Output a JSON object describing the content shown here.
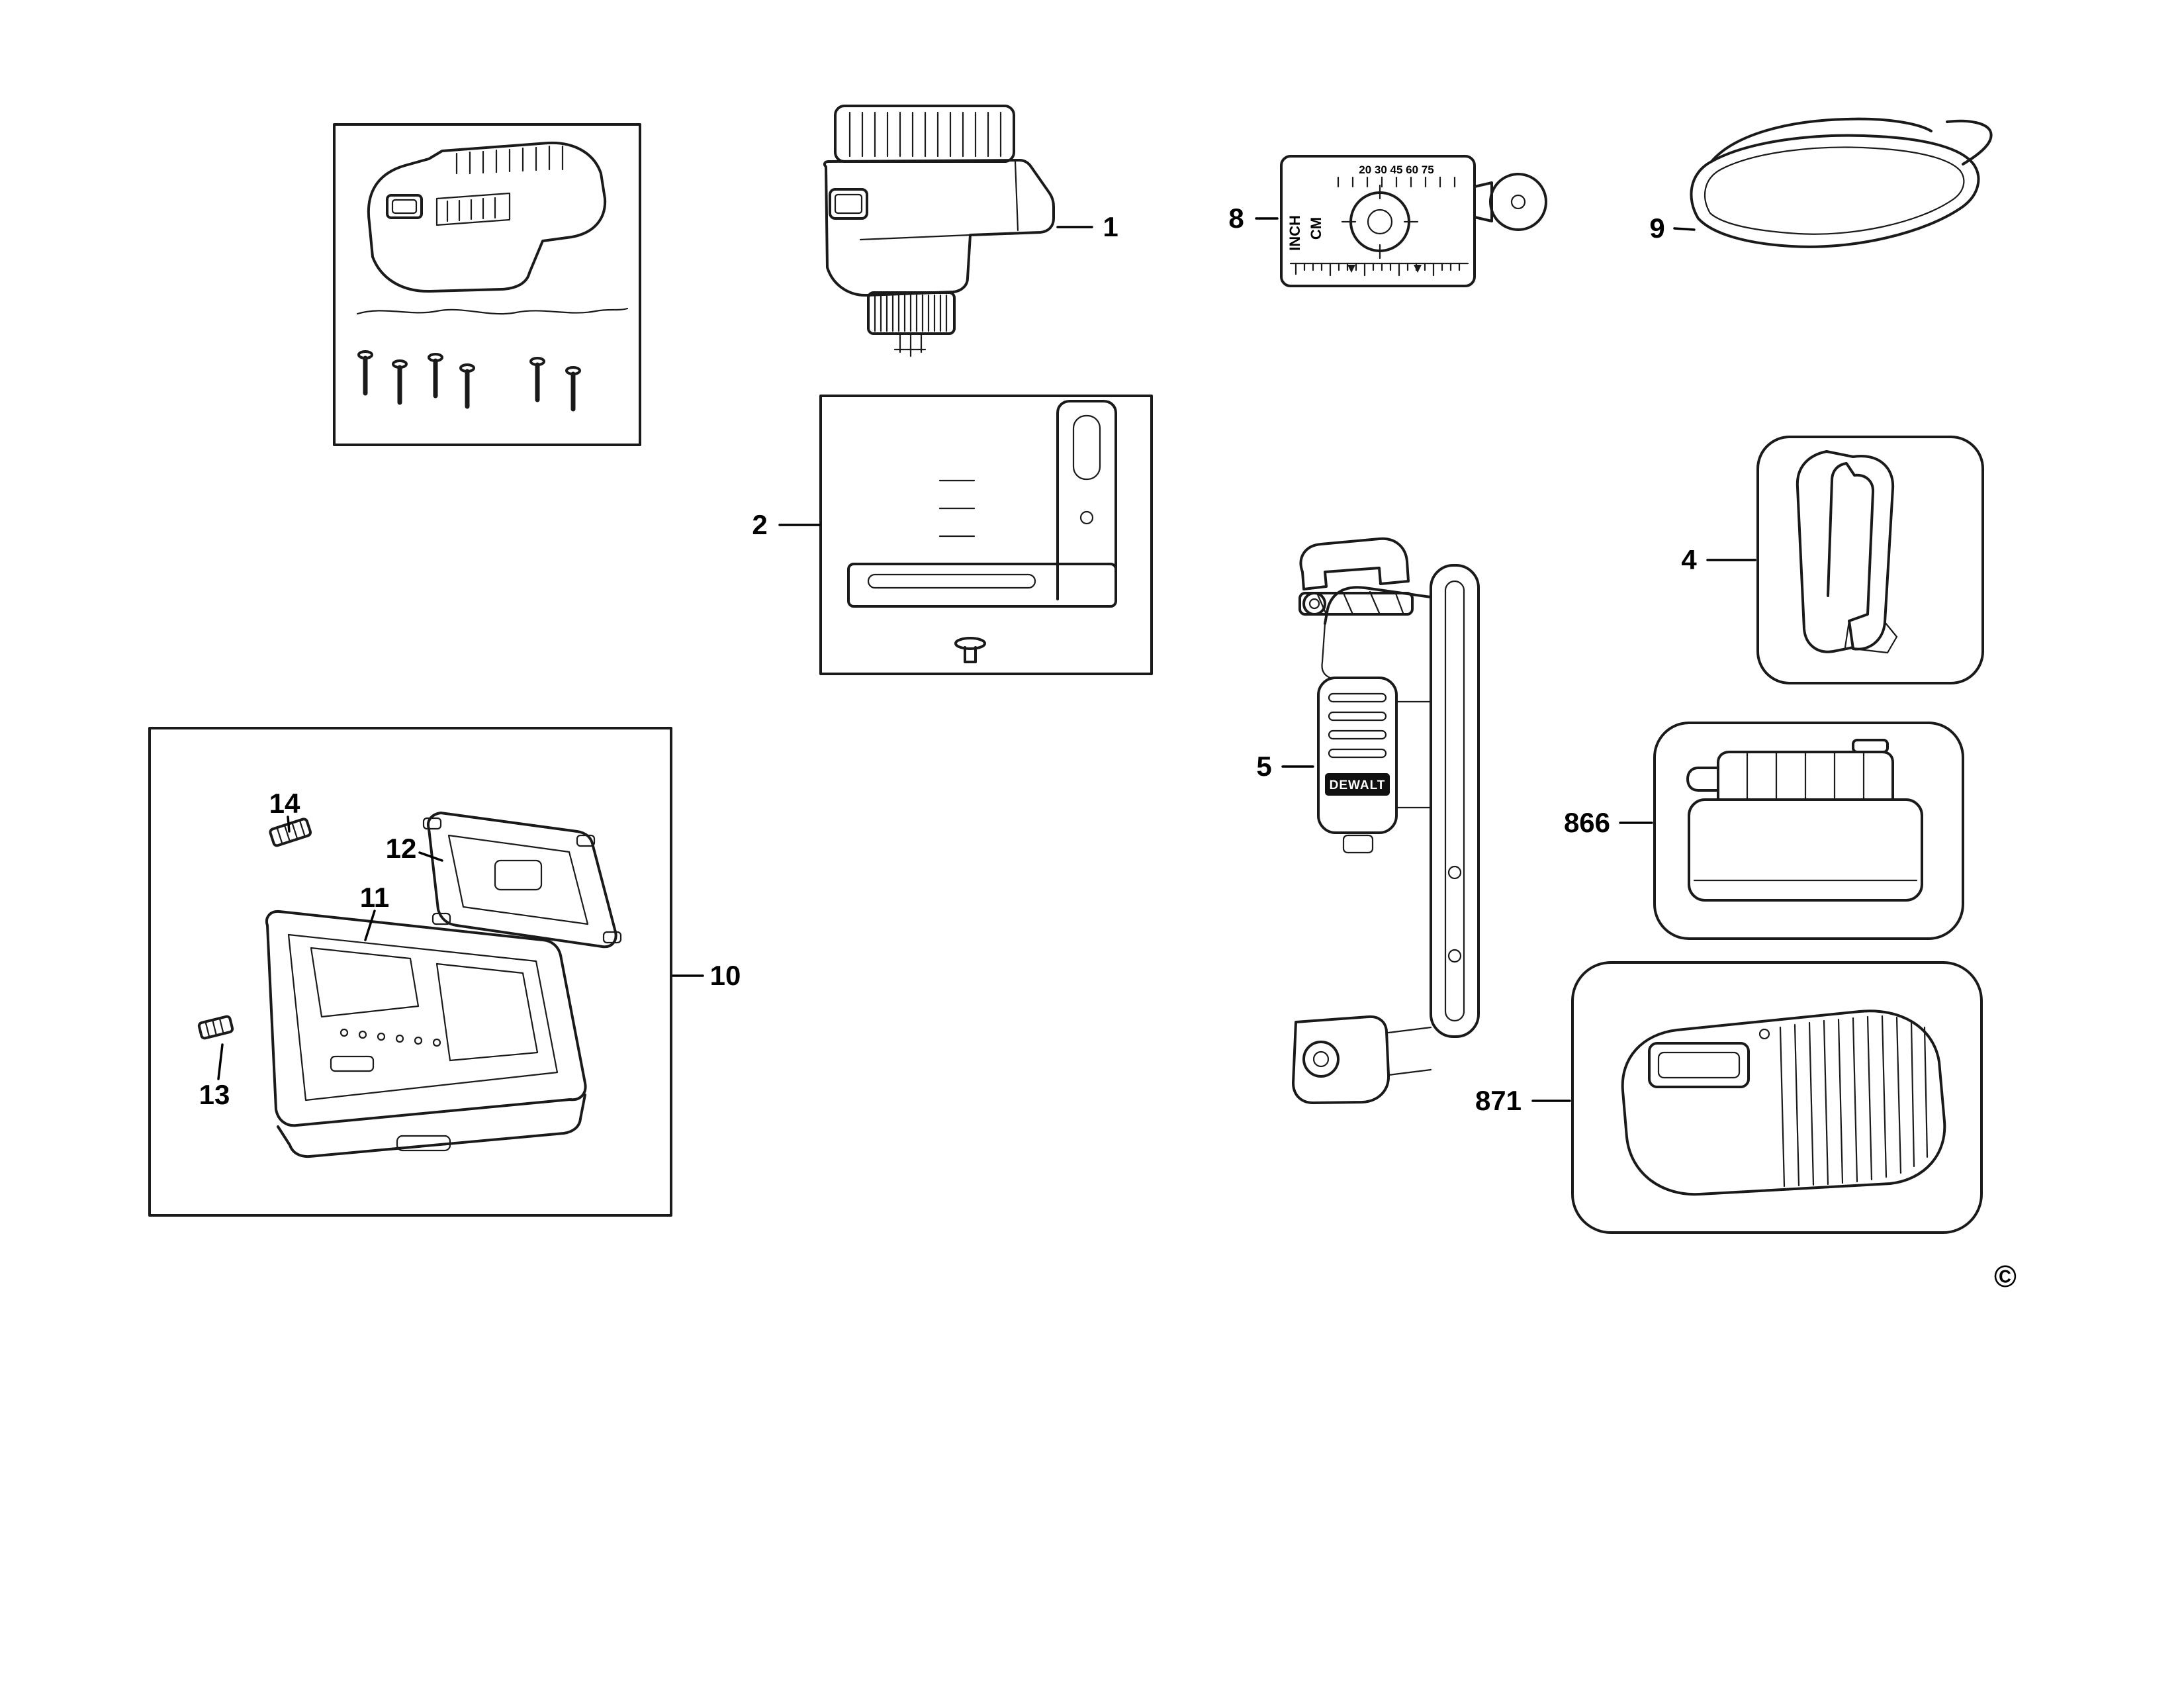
{
  "diagram": {
    "copyright_mark": "©",
    "brand_label": "DEWALT",
    "callouts": {
      "c1": "1",
      "c2": "2",
      "c4": "4",
      "c5": "5",
      "c8": "8",
      "c9": "9",
      "c10": "10",
      "c11": "11",
      "c12": "12",
      "c13": "13",
      "c14": "14",
      "c866": "866",
      "c871": "871"
    },
    "target_card": {
      "unit_inch": "INCH",
      "unit_cm": "CM",
      "scale_numbers": "20 30 45 60 75"
    }
  }
}
